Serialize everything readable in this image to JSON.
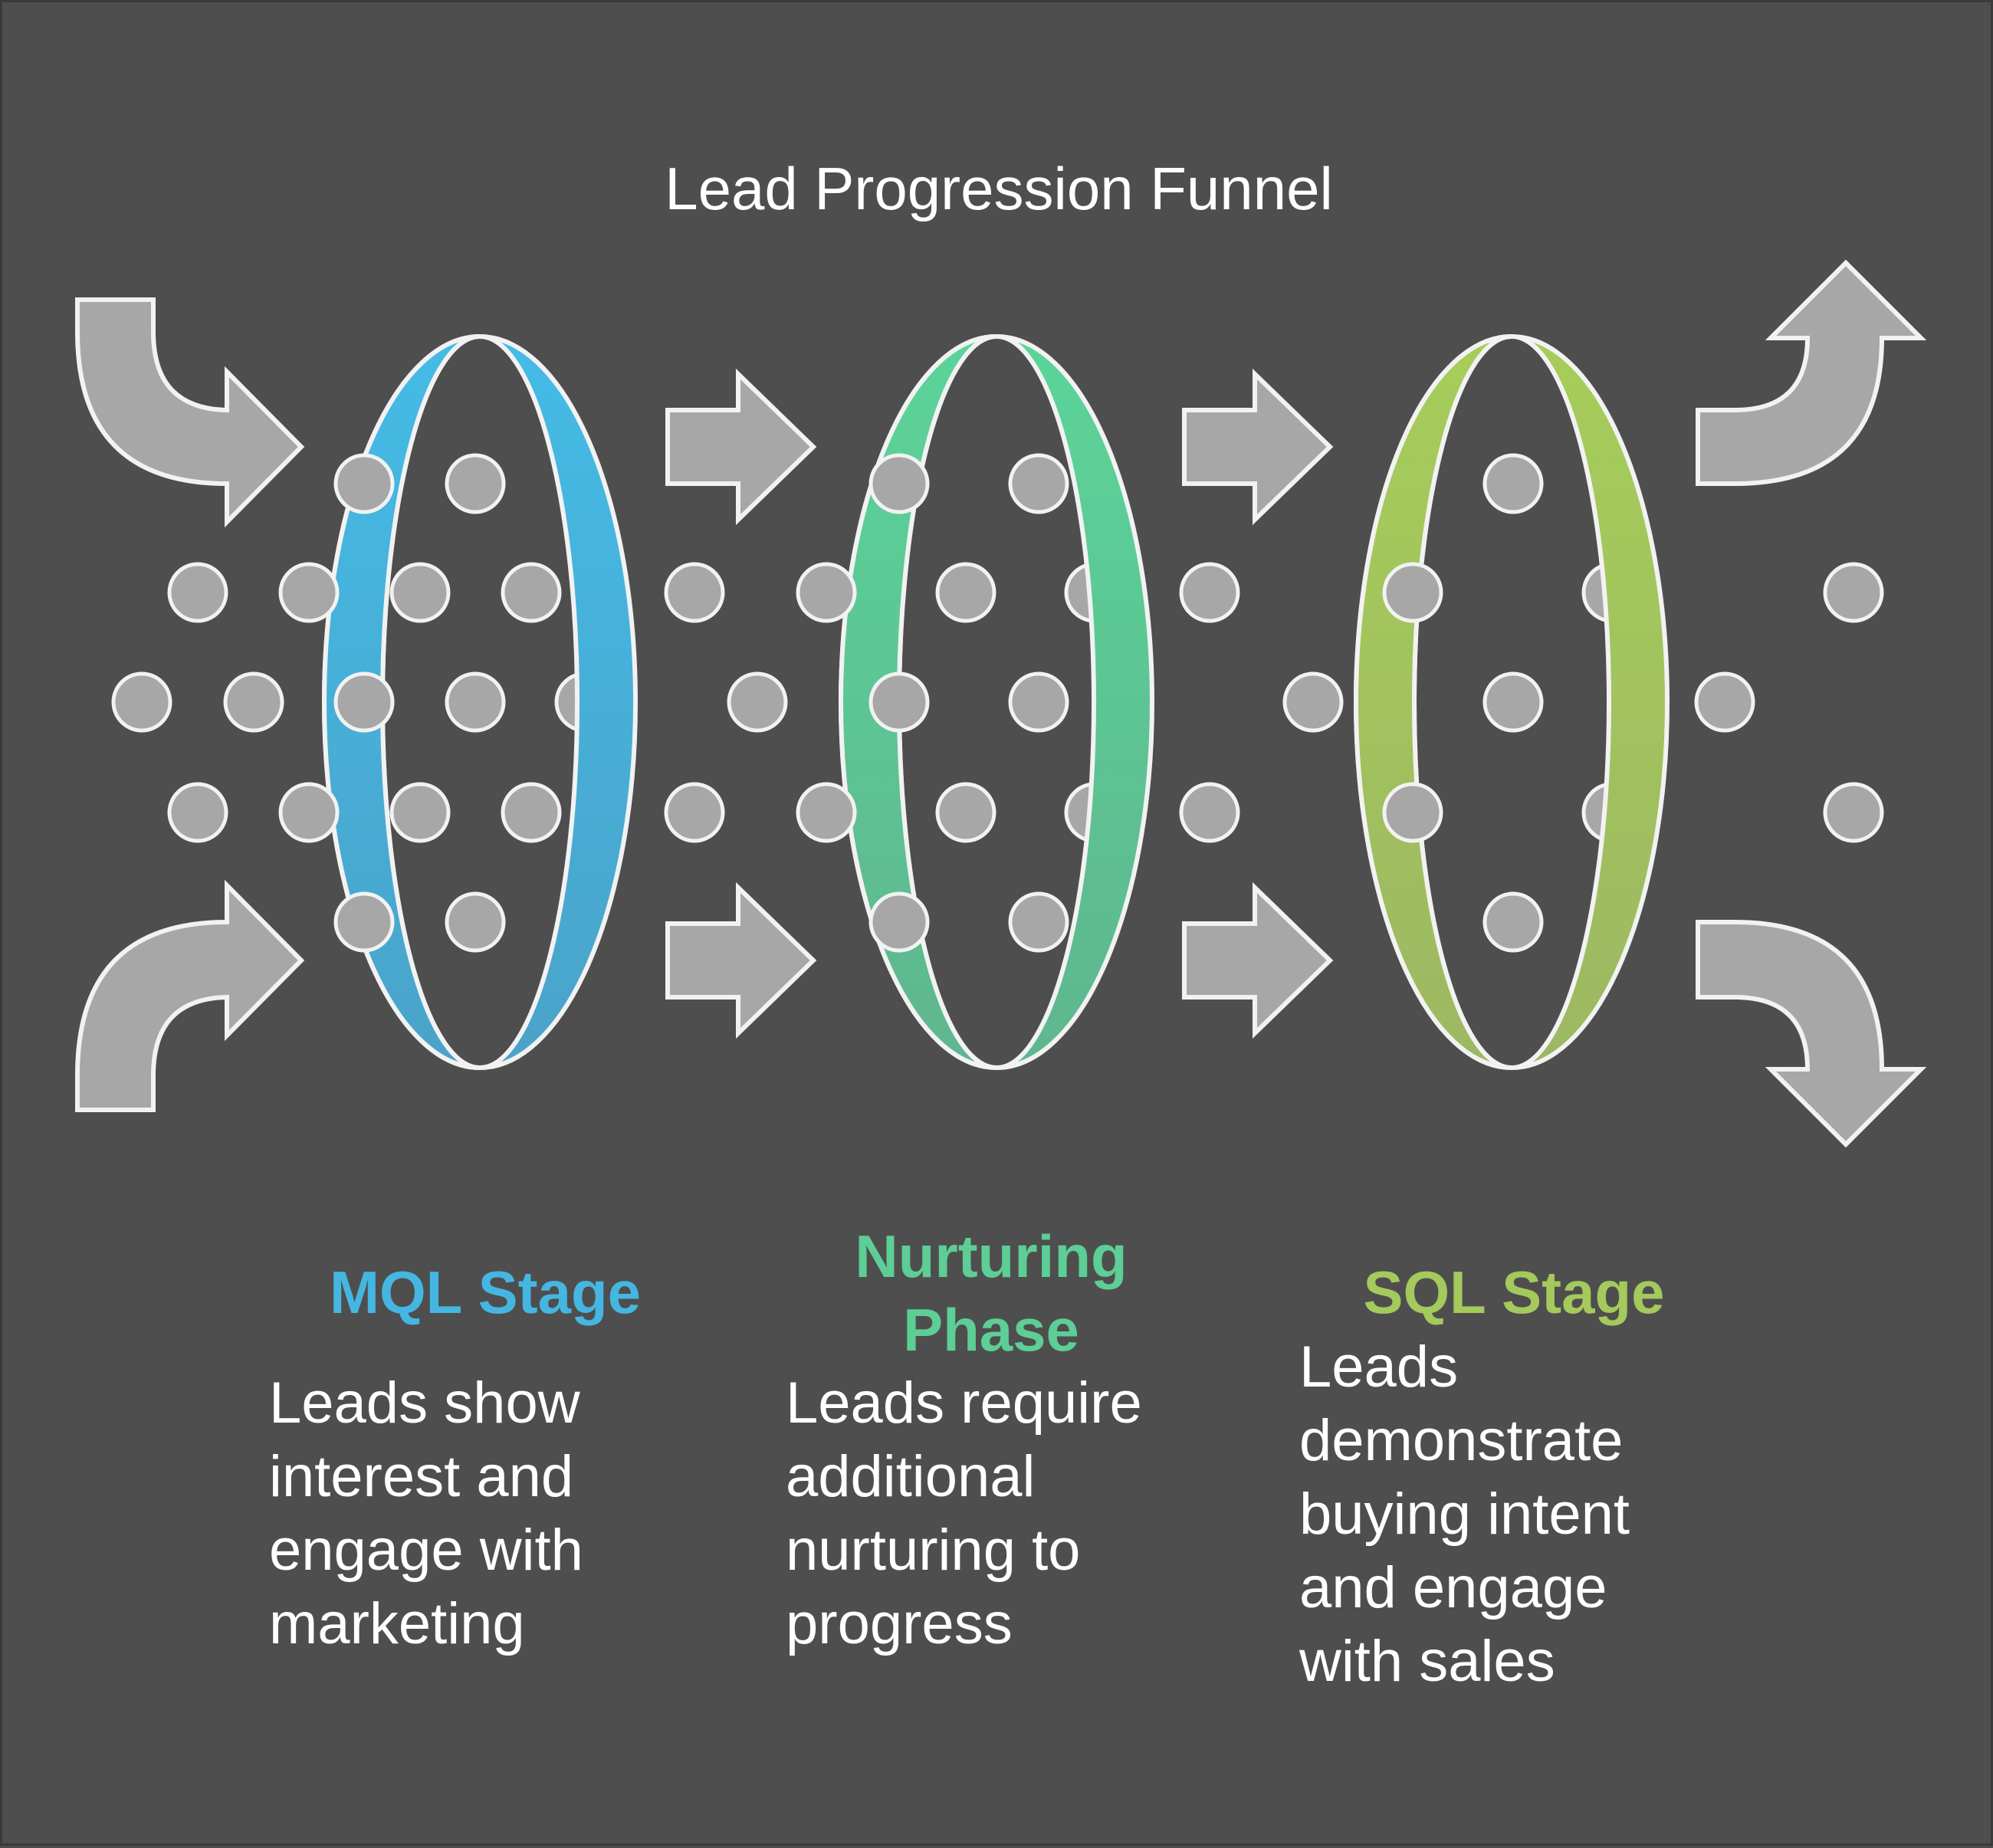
{
  "title": "Lead Progression Funnel",
  "stages": [
    {
      "name": "MQL Stage",
      "description": "Leads show\ninterest and\nengage with\nmarketing",
      "color": "#45b6e1"
    },
    {
      "name": "Nurturing\nPhase",
      "description": "Leads require\nadditional\nnurturing to\nprogress",
      "color": "#5dce95"
    },
    {
      "name": "SQL Stage",
      "description": "Leads\ndemonstrate\nbuying intent\nand engage\nwith sales",
      "color": "#a4c95c"
    }
  ],
  "palette": {
    "background": "#4e4e4e",
    "arrow_fill": "#a7a7a7",
    "dot_fill": "#a7a7a7",
    "stroke": "#f2f2f2"
  },
  "icons": {
    "curved_arrow": "curved-arrow-icon",
    "straight_arrow": "right-arrow-icon",
    "lead_dot": "lead-dot-icon",
    "ring": "funnel-ring-icon"
  }
}
